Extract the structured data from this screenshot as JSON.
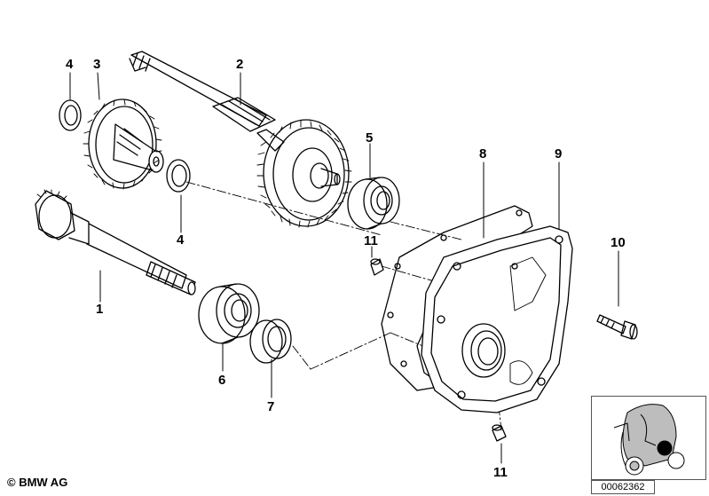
{
  "callouts": [
    {
      "id": "4a",
      "label": "4"
    },
    {
      "id": "3",
      "label": "3"
    },
    {
      "id": "2",
      "label": "2"
    },
    {
      "id": "5",
      "label": "5"
    },
    {
      "id": "8",
      "label": "8"
    },
    {
      "id": "9",
      "label": "9"
    },
    {
      "id": "4b",
      "label": "4"
    },
    {
      "id": "11a",
      "label": "11"
    },
    {
      "id": "10",
      "label": "10"
    },
    {
      "id": "1",
      "label": "1"
    },
    {
      "id": "6",
      "label": "6"
    },
    {
      "id": "7",
      "label": "7"
    },
    {
      "id": "11b",
      "label": "11"
    }
  ],
  "footer": {
    "copyright": "© BMW AG",
    "catalog_number": "00062362"
  },
  "icons": [
    "bmw-logo",
    "scooter-thumbnail"
  ]
}
